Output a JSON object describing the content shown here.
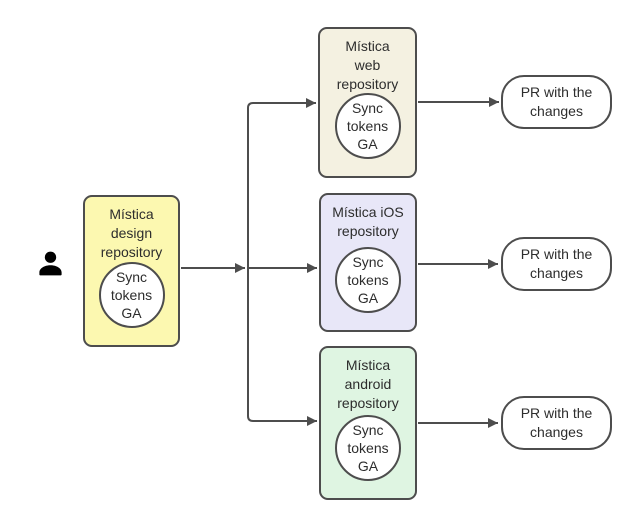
{
  "page": {
    "background": "#ffffff"
  },
  "styles": {
    "connector_color": "#4d4d4d",
    "text_color": "#2d2d2d",
    "actor_color": "#000000",
    "shape_background": "#ffffff"
  },
  "nodes": [
    {
      "id": "design",
      "title": "Mística\ndesign\nrepository",
      "badge": "Sync\ntokens\nGA",
      "fill": "#fcf8b0"
    },
    {
      "id": "web",
      "title": "Mística\nweb\nrepository",
      "badge": "Sync\ntokens\nGA",
      "fill": "#f4f1e1"
    },
    {
      "id": "ios",
      "title": "Mística iOS\nrepository",
      "badge": "Sync\ntokens\nGA",
      "fill": "#e8e7f8"
    },
    {
      "id": "android",
      "title": "Mística\nandroid\nrepository",
      "badge": "Sync\ntokens\nGA",
      "fill": "#dff5e2"
    }
  ],
  "outputs": [
    {
      "id": "pr-web",
      "label": "PR with the\nchanges"
    },
    {
      "id": "pr-ios",
      "label": "PR with the\nchanges"
    },
    {
      "id": "pr-android",
      "label": "PR with the\nchanges"
    }
  ]
}
